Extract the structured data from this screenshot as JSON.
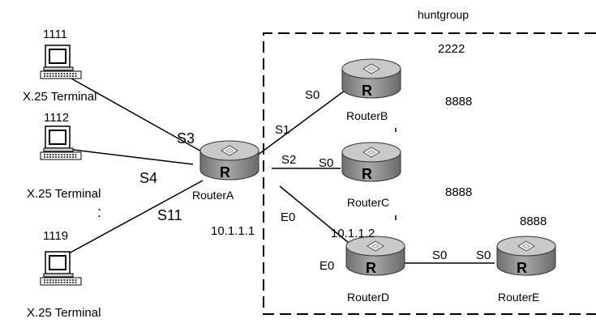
{
  "group_label": "huntgroup",
  "terminals": [
    {
      "address": "1111",
      "label": "X.25 Terminal"
    },
    {
      "address": "1112",
      "label": "X.25 Terminal"
    },
    {
      "address": "1119",
      "label": "X.25 Terminal"
    }
  ],
  "ellipsis": ":",
  "routers": {
    "a": {
      "name": "RouterA"
    },
    "b": {
      "name": "RouterB",
      "port": "S0",
      "address": "8888"
    },
    "c": {
      "name": "RouterC",
      "port": "S0",
      "address": "8888"
    },
    "d": {
      "name": "RouterD",
      "port_e": "E0",
      "port_s": "S0",
      "ip": "10.1.1.2"
    },
    "e": {
      "name": "RouterE",
      "port": "S0",
      "address": "8888"
    }
  },
  "huntgroup_address": "2222",
  "router_a_ports": {
    "s3": "S3",
    "s4": "S4",
    "s11": "S11",
    "s1": "S1",
    "s2": "S2",
    "e0": "E0"
  },
  "router_a_ip": "10.1.1.1",
  "router_glyph": "R",
  "colors": {
    "router_top": "#c8c8c8",
    "router_body": "#8c8c8c",
    "line": "#000000"
  }
}
